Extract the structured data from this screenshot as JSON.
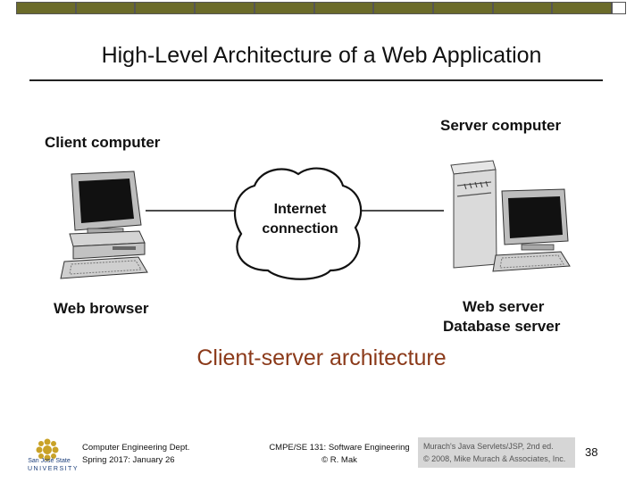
{
  "slide": {
    "title": "High-Level Architecture of a Web Application",
    "caption": "Client-server architecture",
    "page_number": "38"
  },
  "diagram": {
    "client_label": "Client computer",
    "browser_label": "Web browser",
    "server_label": "Server computer",
    "cloud_line1": "Internet",
    "cloud_line2": "connection",
    "web_server_label": "Web server",
    "db_server_label": "Database server"
  },
  "footer": {
    "dept": "Computer Engineering Dept.",
    "term": "Spring 2017: January 26",
    "course": "CMPE/SE 131: Software Engineering",
    "author": "© R. Mak",
    "credit_line1": "Murach's Java Servlets/JSP, 2nd ed.",
    "credit_line2": "© 2008, Mike Murach & Associates, Inc.",
    "logo_text1": "San José State",
    "logo_text2": "UNIVERSITY"
  },
  "colors": {
    "caption": "#8b3a1a",
    "topbar": "#6b6b2a",
    "logo": "#c9a227"
  }
}
